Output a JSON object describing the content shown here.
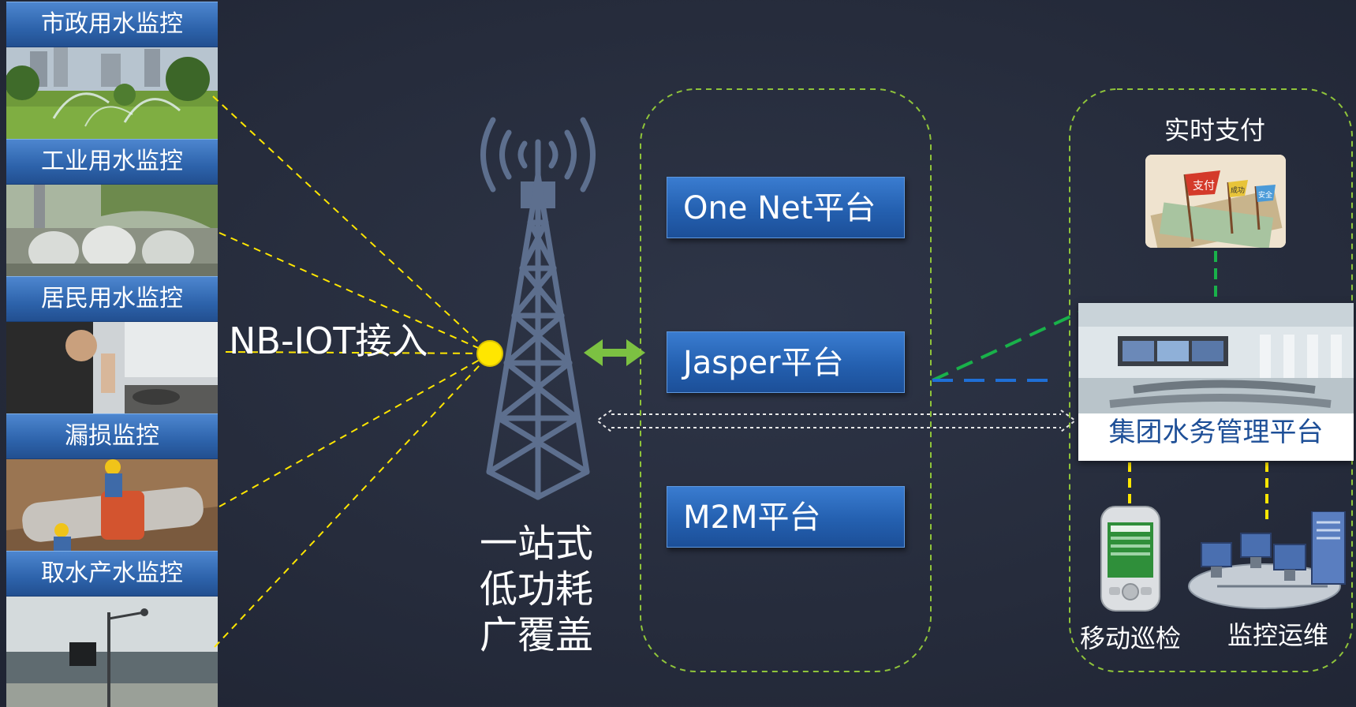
{
  "monitors": [
    {
      "label": "市政用水监控"
    },
    {
      "label": "工业用水监控"
    },
    {
      "label": "居民用水监控"
    },
    {
      "label": "漏损监控"
    },
    {
      "label": "取水产水监控"
    }
  ],
  "access_label": "NB-IOT接入",
  "tower_label_lines": [
    "一站式",
    "低功耗",
    "广覆盖"
  ],
  "platforms": [
    {
      "label": "One Net平台"
    },
    {
      "label": "Jasper平台"
    },
    {
      "label": "M2M平台"
    }
  ],
  "payment_label": "实时支付",
  "payment_flags": [
    "支付",
    "成功",
    "安全"
  ],
  "group_platform_label": "集团水务管理平台",
  "mobile_label": "移动巡检",
  "ops_label": "监控运维",
  "colors": {
    "card_blue": "#2d63ab",
    "platform_blue": "#2460b0",
    "signal_yellow": "#ffe600",
    "dash_green_border": "#8fc43a",
    "arrow_green": "#7cc142",
    "link_green": "#19b14a",
    "link_blue": "#1f6fd6",
    "tower_gray": "#5d6f8e"
  }
}
